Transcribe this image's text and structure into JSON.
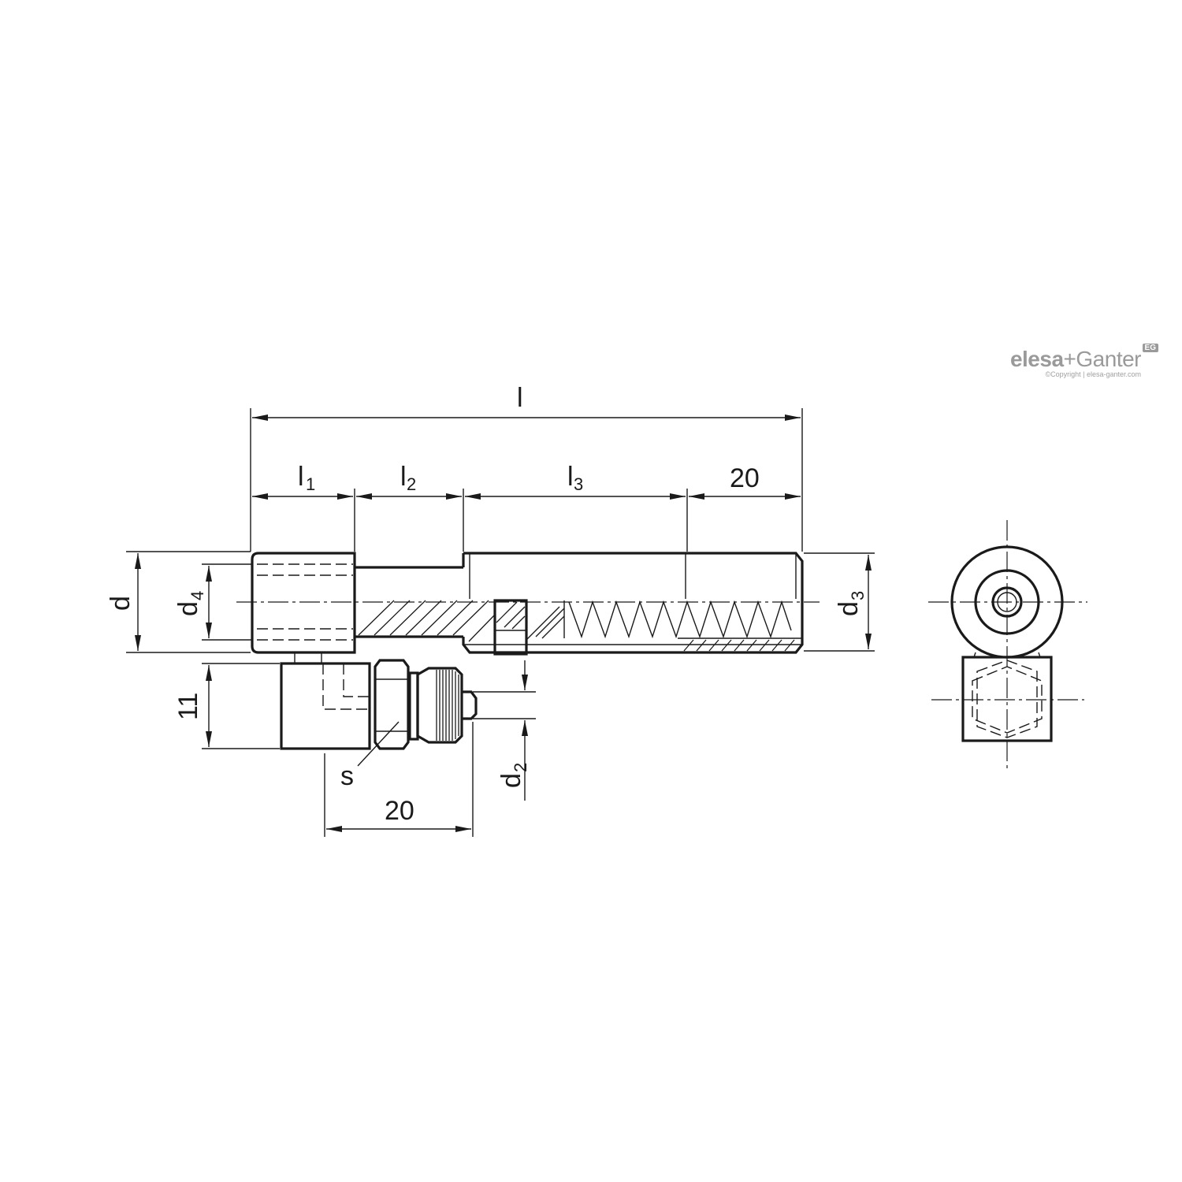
{
  "brand": {
    "name_part1": "elesa",
    "name_plus": "+",
    "name_part2": "Ganter",
    "badge": "EG",
    "copyright": "©Copyright | elesa-ganter.com"
  },
  "dimensions": {
    "overall_length": "l",
    "l1": "l",
    "l1_sub": "1",
    "l2": "l",
    "l2_sub": "2",
    "l3": "l",
    "l3_sub": "3",
    "thread_length": "20",
    "d": "d",
    "d4": "d",
    "d4_sub": "4",
    "d3": "d",
    "d3_sub": "3",
    "height_11": "11",
    "wrench_s": "s",
    "d2": "d",
    "d2_sub": "2",
    "lower_20": "20"
  },
  "colors": {
    "line": "#1a1a1a",
    "brand_gray": "#9a9a9a"
  }
}
